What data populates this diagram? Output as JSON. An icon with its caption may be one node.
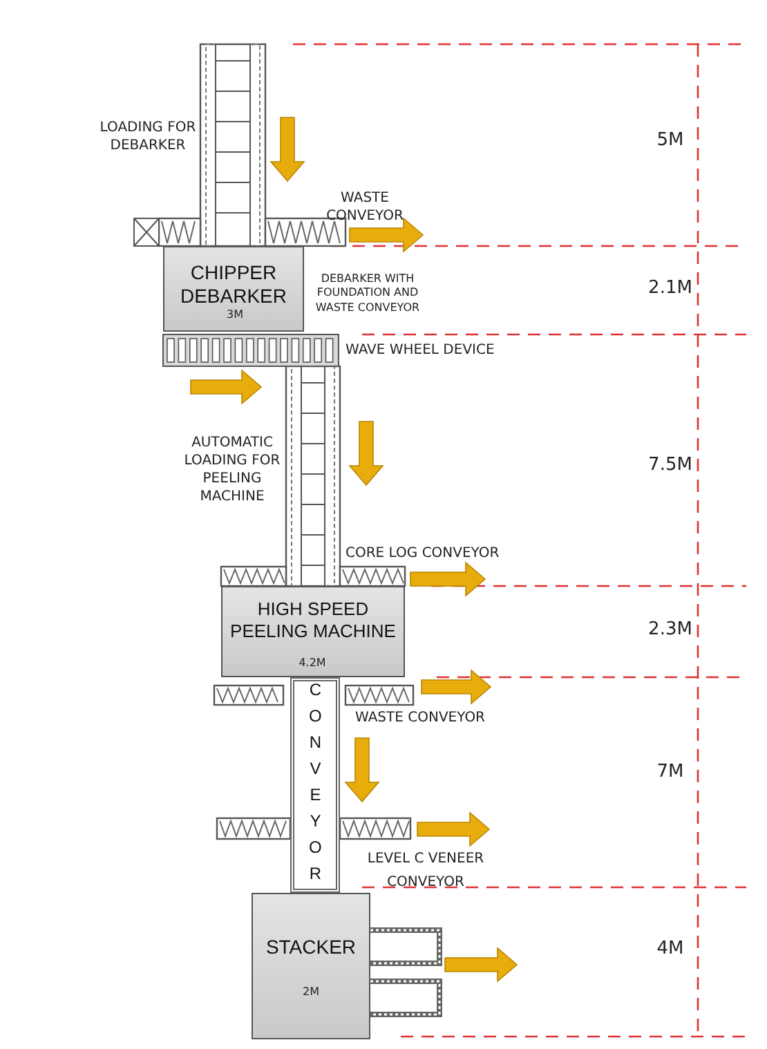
{
  "diagram": {
    "nodes": [
      {
        "text": [
          "CHIPPER DEBARKER"
        ]
      },
      {
        "text": [
          "HIGH SPEED PEELING MACHINE"
        ]
      },
      {
        "text": [
          "CONVEYOR"
        ]
      },
      {
        "text": [
          "STACKER"
        ]
      }
    ],
    "labels": [
      "LOADING FOR DEBARKER",
      "5M",
      "WASTE CONVEYOR",
      "DEBARKER WITH FOUNDATION AND WASTE CONVEYOR",
      "2.1M",
      "3M",
      "WAVE WHEEL DEVICE",
      "AUTOMATIC LOADING FOR PEELING MACHINE",
      "7.5M",
      "CORE LOG CONVEYOR",
      "2.3M",
      "4.2M",
      "WASTE CONVEYOR",
      "7M",
      "LEVEL C VENEER CONVEYOR",
      "4M",
      "2M"
    ]
  }
}
